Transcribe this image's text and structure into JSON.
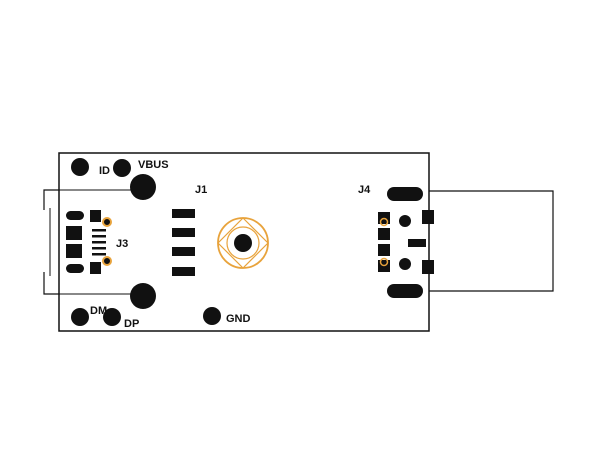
{
  "labels": {
    "id": "ID",
    "vbus": "VBUS",
    "j1": "J1",
    "j3": "J3",
    "j4": "J4",
    "dm": "DM",
    "dp": "DP",
    "gnd": "GND"
  },
  "colors": {
    "ink": "#111111",
    "copper": "#e8a33c",
    "board": "#ffffff"
  }
}
